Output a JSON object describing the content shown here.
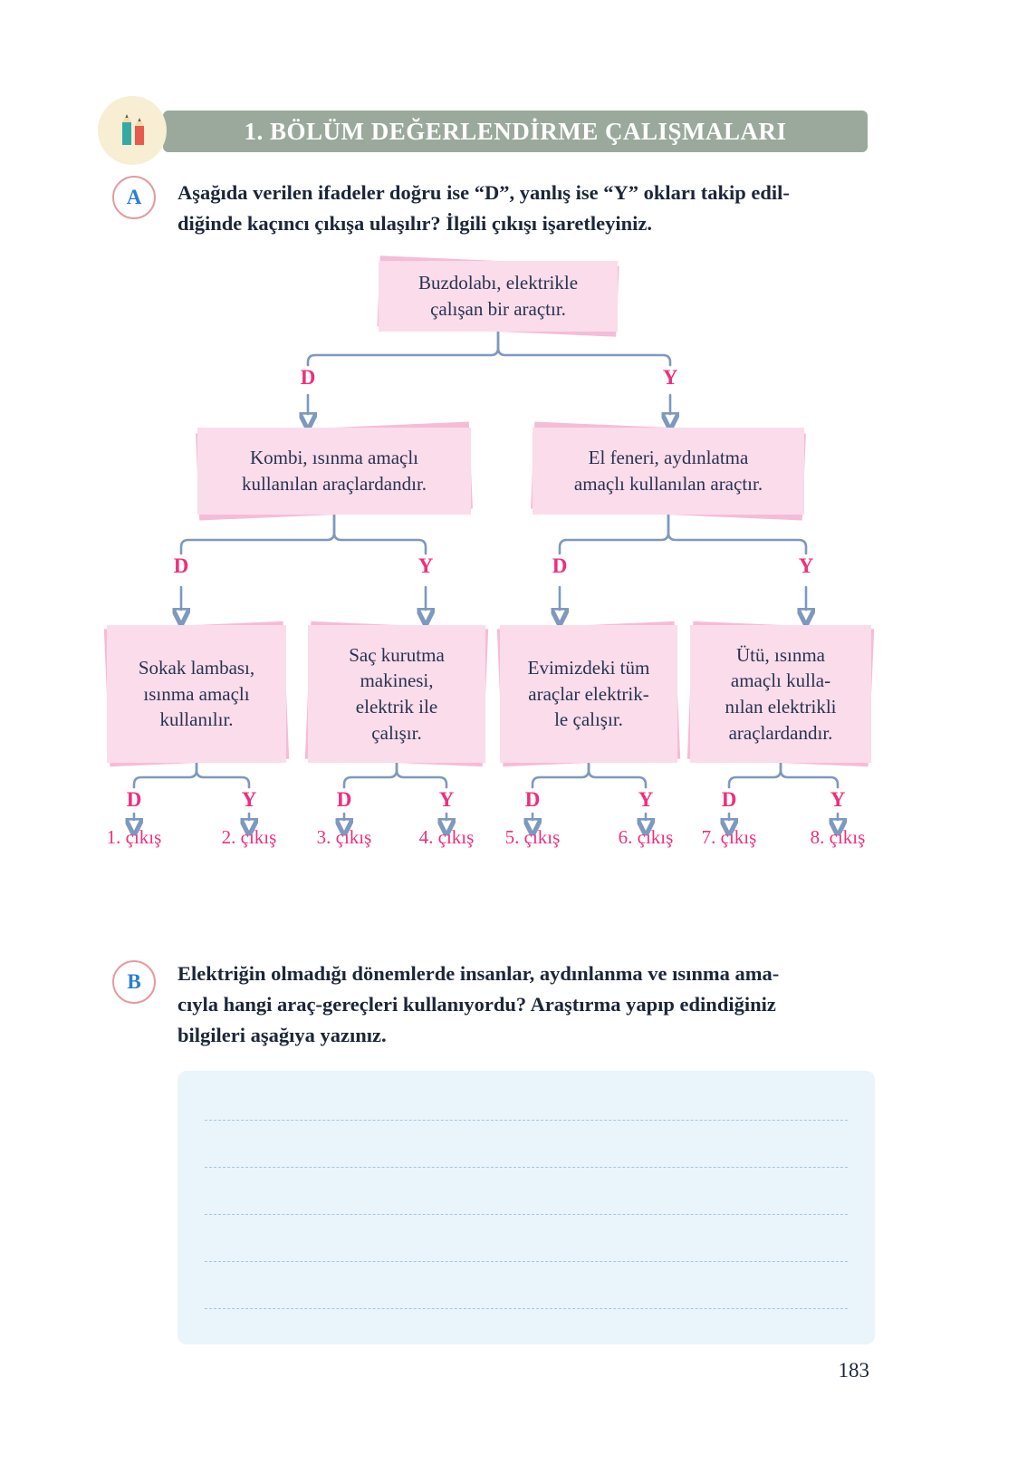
{
  "page_number": "183",
  "header": {
    "title": "1. BÖLÜM DEĞERLENDİRME ÇALIŞMALARI"
  },
  "section_a": {
    "label": "A",
    "lines": [
      "Aşağıda verilen ifadeler doğru ise “D”, yanlış ise “Y” okları takip edil-",
      "diğinde kaçıncı çıkışa ulaşılır? İlgili çıkışı işaretleyiniz."
    ]
  },
  "tree": {
    "d": "D",
    "y": "Y",
    "root": [
      "Buzdolabı, elektrikle",
      "çalışan bir araçtır."
    ],
    "l2a": [
      "Kombi, ısınma amaçlı",
      "kullanılan araçlardandır."
    ],
    "l2b": [
      "El feneri, aydınlatma",
      "amaçlı kullanılan araçtır."
    ],
    "l3a": [
      "Sokak lambası,",
      "ısınma amaçlı",
      "kullanılır."
    ],
    "l3b": [
      "Saç kurutma",
      "makinesi,",
      "elektrik ile",
      "çalışır."
    ],
    "l3c": [
      "Evimizdeki tüm",
      "araçlar elektrik-",
      "le çalışır."
    ],
    "l3d": [
      "Ütü, ısınma",
      "amaçlı kulla-",
      "nılan elektrikli",
      "araçlardandır."
    ],
    "outputs": [
      "1. çıkış",
      "2. çıkış",
      "3. çıkış",
      "4. çıkış",
      "5. çıkış",
      "6. çıkış",
      "7. çıkış",
      "8. çıkış"
    ]
  },
  "section_b": {
    "label": "B",
    "lines": [
      "Elektriğin olmadığı dönemlerde insanlar, aydınlanma ve ısınma ama-",
      "cıyla hangi araç-gereçleri kullanıyordu? Araştırma yapıp edindiğiniz",
      "bilgileri aşağıya yazınız."
    ]
  }
}
